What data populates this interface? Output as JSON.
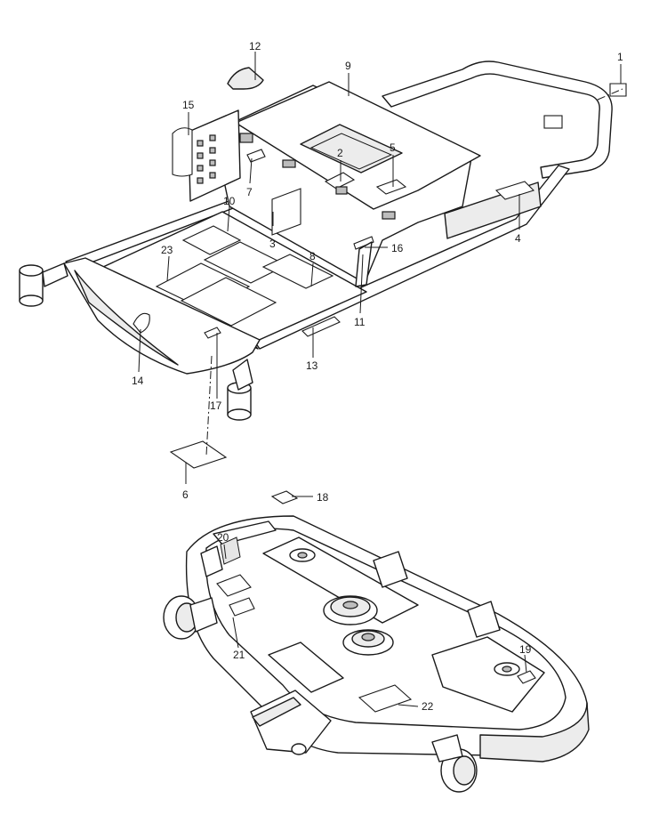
{
  "diagram": {
    "callouts": [
      {
        "id": "1",
        "label": "1"
      },
      {
        "id": "2",
        "label": "2"
      },
      {
        "id": "3",
        "label": "3"
      },
      {
        "id": "4",
        "label": "4"
      },
      {
        "id": "5",
        "label": "5"
      },
      {
        "id": "6",
        "label": "6"
      },
      {
        "id": "7",
        "label": "7"
      },
      {
        "id": "8",
        "label": "8"
      },
      {
        "id": "9",
        "label": "9"
      },
      {
        "id": "10",
        "label": "10"
      },
      {
        "id": "11",
        "label": "11"
      },
      {
        "id": "12",
        "label": "12"
      },
      {
        "id": "13",
        "label": "13"
      },
      {
        "id": "14",
        "label": "14"
      },
      {
        "id": "15",
        "label": "15"
      },
      {
        "id": "16",
        "label": "16"
      },
      {
        "id": "17",
        "label": "17"
      },
      {
        "id": "18",
        "label": "18"
      },
      {
        "id": "19",
        "label": "19"
      },
      {
        "id": "20",
        "label": "20"
      },
      {
        "id": "21",
        "label": "21"
      },
      {
        "id": "22",
        "label": "22"
      },
      {
        "id": "23",
        "label": "23"
      }
    ]
  },
  "colors": {
    "line": "#1a1a1a",
    "shade": "#ececec",
    "background": "#ffffff"
  }
}
